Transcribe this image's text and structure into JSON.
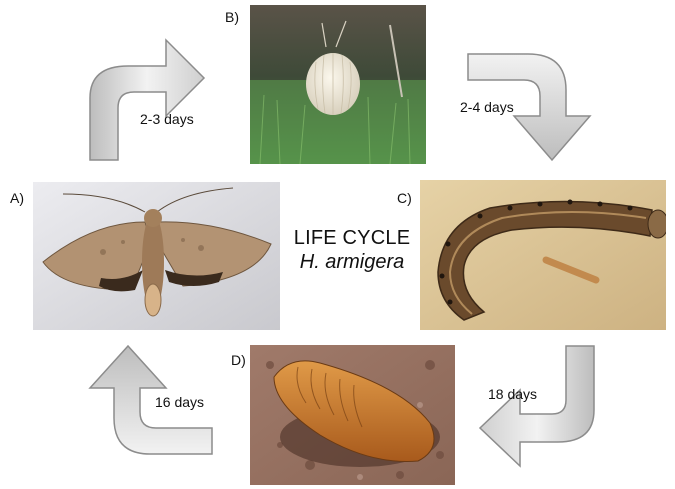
{
  "diagram": {
    "title_line1": "LIFE CYCLE",
    "title_line2": "H. armigera",
    "stages": [
      {
        "label": "A)",
        "icon": "adult-moth-photo"
      },
      {
        "label": "B)",
        "icon": "egg-photo"
      },
      {
        "label": "C)",
        "icon": "larva-photo"
      },
      {
        "label": "D)",
        "icon": "pupa-photo"
      }
    ],
    "transitions": [
      {
        "from": "A",
        "to": "B",
        "duration": "2-3 days"
      },
      {
        "from": "B",
        "to": "C",
        "duration": "2-4 days"
      },
      {
        "from": "C",
        "to": "D",
        "duration": "18 days"
      },
      {
        "from": "D",
        "to": "A",
        "duration": "16 days"
      }
    ],
    "colors": {
      "arrow_fill_light": "#f2f2f2",
      "arrow_fill_dark": "#bdbdbd",
      "arrow_stroke": "#8c8c8c"
    }
  }
}
